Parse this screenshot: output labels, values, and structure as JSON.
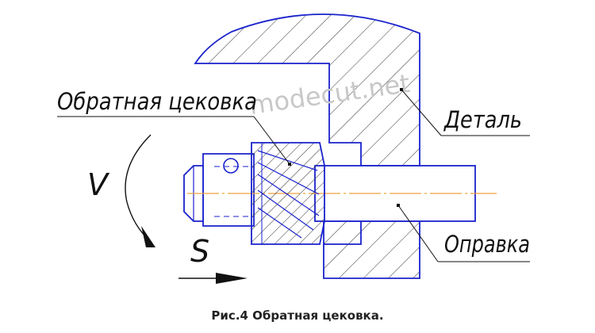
{
  "colors": {
    "outline": "#1a22cc",
    "hatch": "#333333",
    "axis": "#f0a040",
    "leader": "#111111",
    "watermark": "#c8c8c8"
  },
  "labels": {
    "counterbore": "Обратная цековка",
    "part": "Деталь",
    "arbor": "Оправка",
    "velocity": "V",
    "feed": "S"
  },
  "watermark": "modecut.net",
  "caption": "Рис.4 Обратная цековка."
}
